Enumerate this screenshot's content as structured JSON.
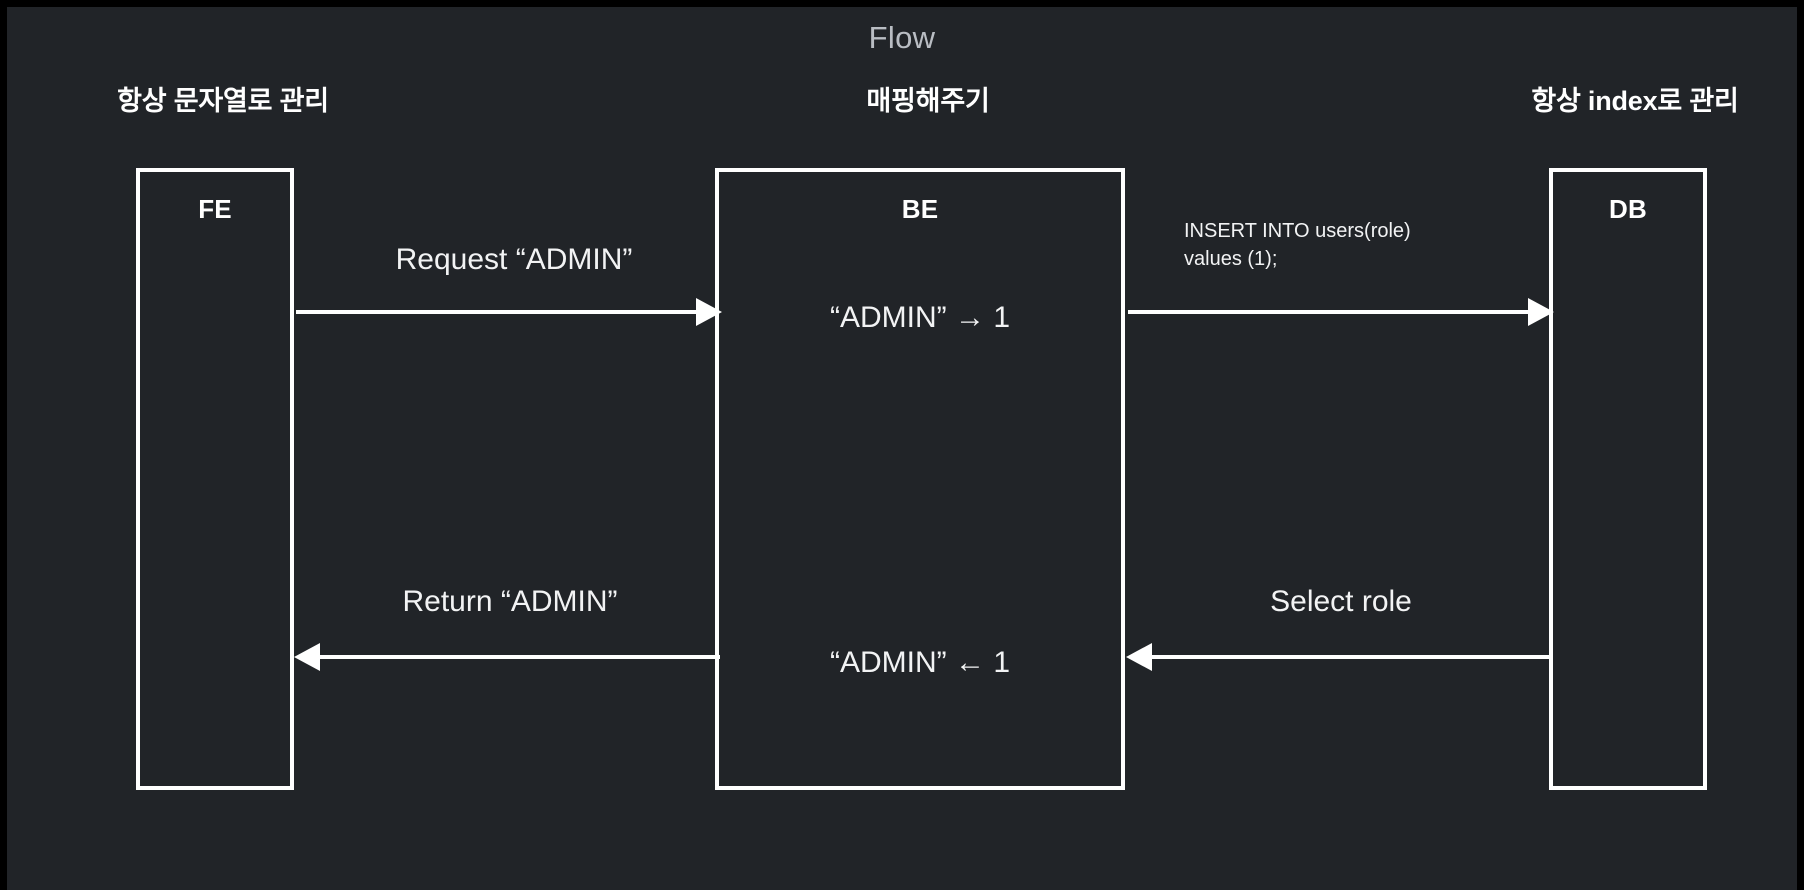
{
  "title": "Flow",
  "colors": {
    "canvas_border": "#000000",
    "background": "#212428",
    "stroke": "#ffffff",
    "title_text": "#b9bdc3",
    "body_text": "#f2f3f4"
  },
  "column_headers": {
    "fe": "항상 문자열로 관리",
    "be": "매핑해주기",
    "db": "항상 index로 관리"
  },
  "nodes": [
    {
      "id": "fe",
      "label": "FE"
    },
    {
      "id": "be",
      "label": "BE"
    },
    {
      "id": "db",
      "label": "DB"
    }
  ],
  "mappings": {
    "top": "“ADMIN” → 1",
    "bottom": "“ADMIN” ← 1"
  },
  "arrows": [
    {
      "id": "fe-to-be",
      "from": "FE",
      "to": "BE",
      "direction": "right",
      "label": "Request “ADMIN”"
    },
    {
      "id": "be-to-db",
      "from": "BE",
      "to": "DB",
      "direction": "right",
      "label": "INSERT INTO users(role)\nvalues (1);"
    },
    {
      "id": "db-to-be",
      "from": "DB",
      "to": "BE",
      "direction": "left",
      "label": "Select role"
    },
    {
      "id": "be-to-fe",
      "from": "BE",
      "to": "FE",
      "direction": "left",
      "label": "Return “ADMIN”"
    }
  ]
}
